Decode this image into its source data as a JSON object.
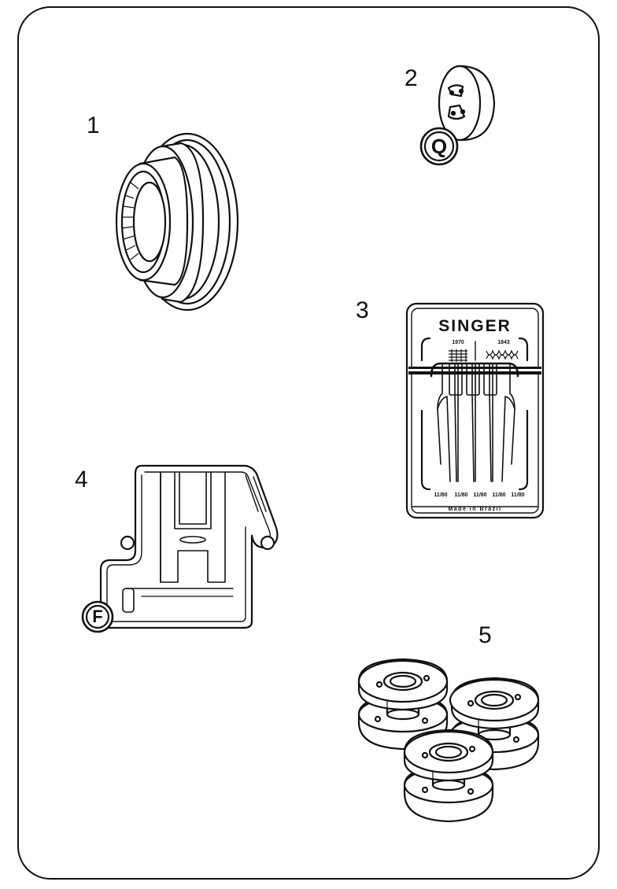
{
  "items": [
    {
      "number": "1",
      "part": "spool-cap-large"
    },
    {
      "number": "2",
      "part": "spool-cap-small",
      "badge": "Q"
    },
    {
      "number": "3",
      "part": "needle-pack",
      "pack": {
        "brand": "SINGER",
        "code_left": "1970",
        "code_right": "1843",
        "sizes": [
          "11/80",
          "11/80",
          "11/80",
          "11/80",
          "11/80"
        ],
        "footer": "Made in Brazil"
      }
    },
    {
      "number": "4",
      "part": "presser-foot",
      "badge": "F"
    },
    {
      "number": "5",
      "part": "bobbins",
      "count": 3
    }
  ]
}
